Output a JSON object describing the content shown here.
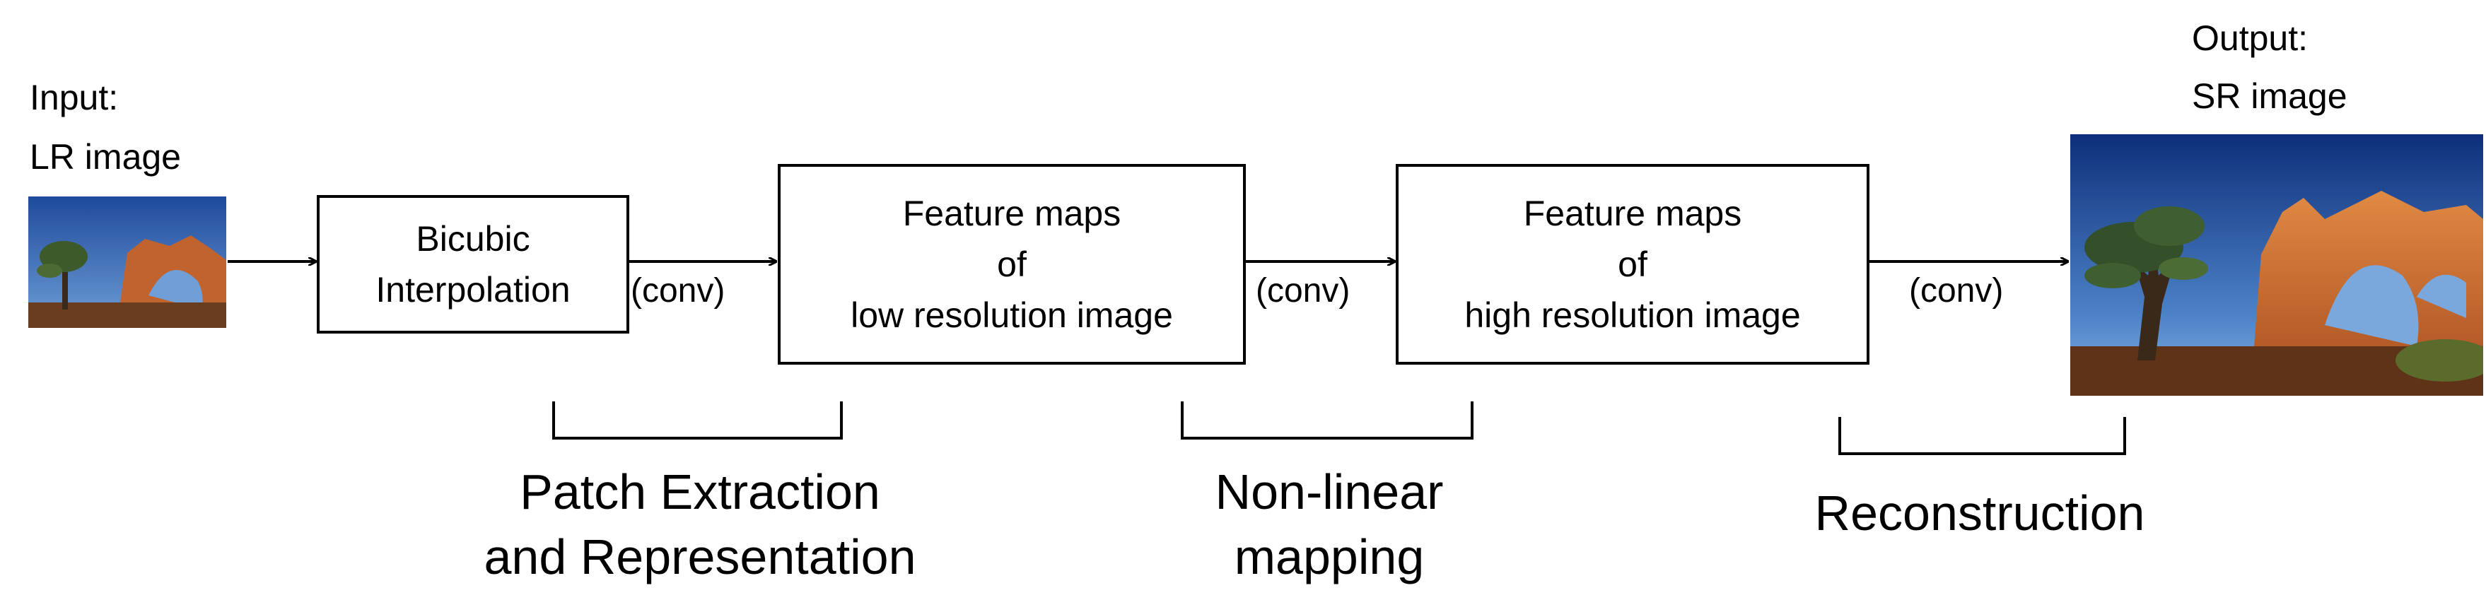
{
  "input": {
    "line1": "Input:",
    "line2": "LR image"
  },
  "output": {
    "line1": "Output:",
    "line2": "SR image"
  },
  "boxes": {
    "bicubic": {
      "line1": "Bicubic",
      "line2": "Interpolation"
    },
    "low_res": {
      "line1": "Feature maps",
      "line2": "of",
      "line3": "low resolution  image"
    },
    "high_res": {
      "line1": "Feature maps",
      "line2": "of",
      "line3": "high resolution  image"
    }
  },
  "conv_label": "(conv)",
  "stages": {
    "patch": {
      "line1": "Patch Extraction",
      "line2": "and Representation"
    },
    "nonlinear": {
      "line1": "Non-linear",
      "line2": "mapping"
    },
    "reconstruction": {
      "line1": "Reconstruction"
    }
  }
}
